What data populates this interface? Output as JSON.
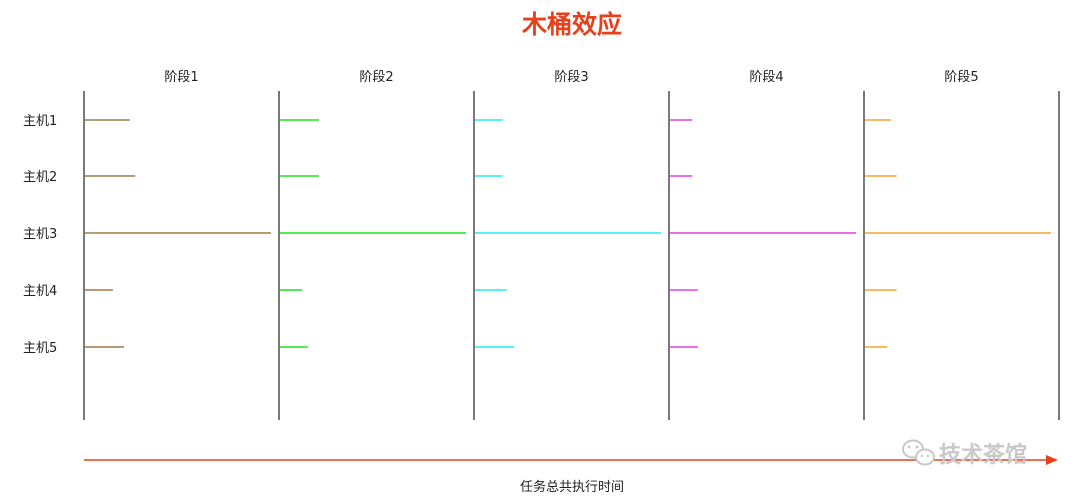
{
  "title": "木桶效应",
  "stages": [
    "阶段1",
    "阶段2",
    "阶段3",
    "阶段4",
    "阶段5"
  ],
  "hosts": [
    "主机1",
    "主机2",
    "主机3",
    "主机4",
    "主机5"
  ],
  "stage_colors": [
    "#a0784a",
    "#22dd22",
    "#22eeee",
    "#e040e0",
    "#f5a030"
  ],
  "durations": [
    [
      0.24,
      0.21,
      0.15,
      0.12,
      0.14
    ],
    [
      0.27,
      0.21,
      0.15,
      0.12,
      0.17
    ],
    [
      1.0,
      1.0,
      1.0,
      1.0,
      1.0
    ],
    [
      0.15,
      0.12,
      0.17,
      0.15,
      0.17
    ],
    [
      0.21,
      0.15,
      0.21,
      0.15,
      0.12
    ]
  ],
  "arrow": {
    "caption": "任务总共执行时间",
    "color": "#e8401c"
  },
  "title_color": "#e8401c",
  "watermark": {
    "text": "技术茶馆",
    "icon": "wechat-icon"
  }
}
